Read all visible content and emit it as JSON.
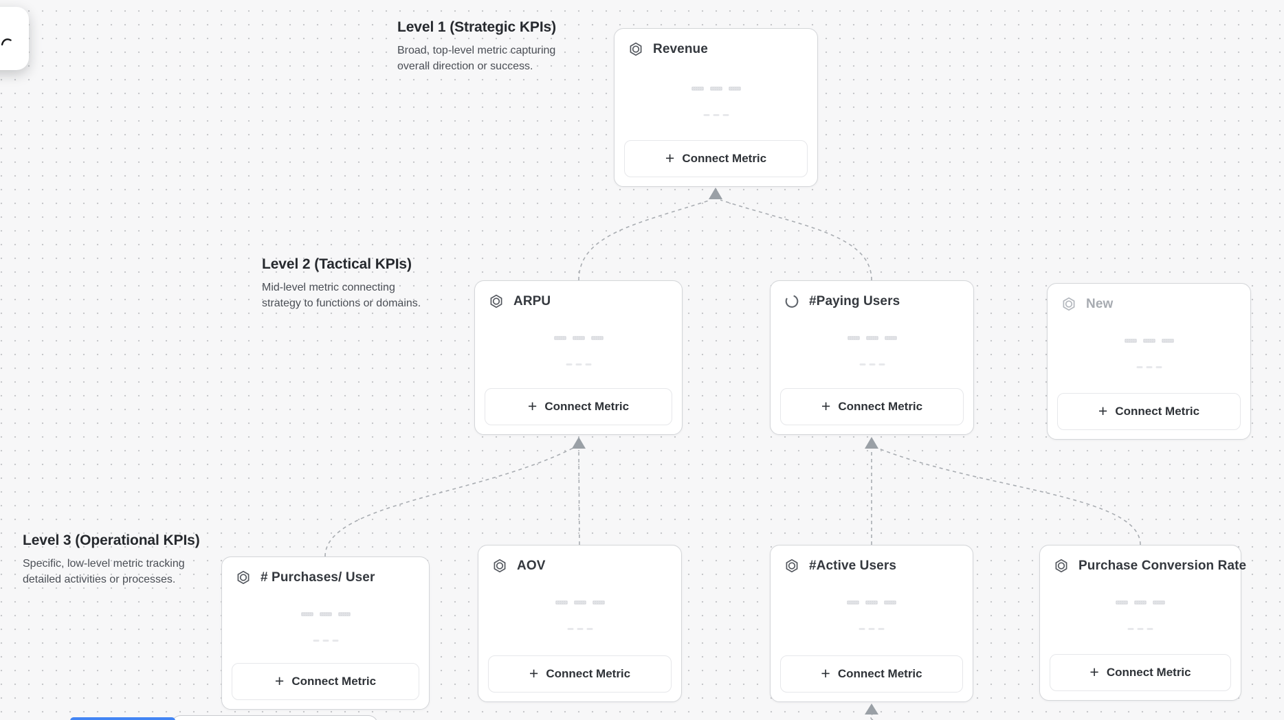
{
  "levels": [
    {
      "title": "Level 1 (Strategic KPIs)",
      "description": "Broad, top-level metric capturing overall direction or success."
    },
    {
      "title": "Level 2 (Tactical KPIs)",
      "description": "Mid-level metric connecting strategy to functions or domains."
    },
    {
      "title": "Level 3 (Operational KPIs)",
      "description": "Specific, low-level metric tracking detailed activities or processes."
    }
  ],
  "cards": [
    {
      "title": "Revenue",
      "icon": "hexagon-badge-icon"
    },
    {
      "title": "ARPU",
      "icon": "hexagon-badge-icon"
    },
    {
      "title": "#Paying Users",
      "icon": "spinner-icon"
    },
    {
      "title": "New",
      "icon": "hexagon-badge-icon",
      "state": "placeholder"
    },
    {
      "title": "# Purchases/ User",
      "icon": "hexagon-badge-icon"
    },
    {
      "title": "AOV",
      "icon": "hexagon-badge-icon"
    },
    {
      "title": "#Active Users",
      "icon": "hexagon-badge-icon"
    },
    {
      "title": "Purchase Conversion Rate",
      "icon": "hexagon-badge-icon"
    }
  ],
  "connect_button": {
    "label": "Connect Metric",
    "plus_glyph": "+"
  },
  "icons": {
    "floating_panel": "curved-arrow-icon",
    "metric": "hexagon-badge-icon",
    "loading": "spinner-icon",
    "add": "plus-icon"
  },
  "colors": {
    "canvas_bg": "#f7f7f8",
    "dot": "#c6c7ca",
    "card_border": "#d4d6d9",
    "connector": "#a9adb2",
    "arrowhead": "#9aa0a6",
    "accent_blue": "#4285f4",
    "title": "#34383e",
    "placeholder_title": "#a7abb1"
  }
}
